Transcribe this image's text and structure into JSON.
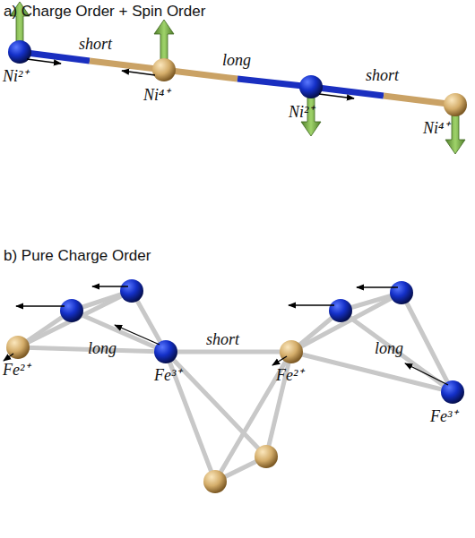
{
  "diagram": {
    "labels": [
      "a) Charge Order + Spin Order",
      "short",
      "long",
      "short",
      "Ni²⁺",
      "Ni⁴⁺",
      "Ni²⁺",
      "Ni⁴⁺",
      "b) Pure Charge Order",
      "long",
      "short",
      "long",
      "Fe²⁺",
      "Fe³⁺",
      "Fe²⁺",
      "Fe³⁺"
    ]
  }
}
